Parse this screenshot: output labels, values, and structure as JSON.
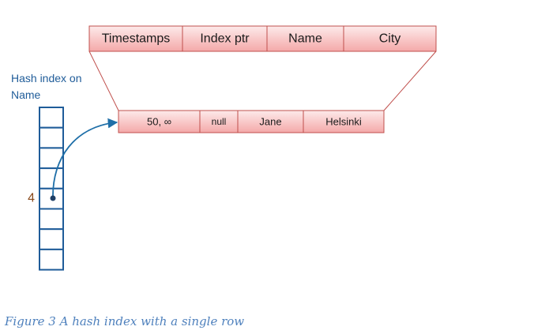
{
  "header_columns": [
    "Timestamps",
    "Index ptr",
    "Name",
    "City"
  ],
  "row_values": [
    "50, ∞",
    "null",
    "Jane",
    "Helsinki"
  ],
  "index_label_line1": "Hash index on",
  "index_label_line2": "Name",
  "bucket_number": "4",
  "bucket_count": 8,
  "pointer_bucket": 4,
  "caption": "Figure 3 A hash index with a single row",
  "colors": {
    "cell_fill_top": "#fdeaea",
    "cell_fill_bottom": "#f4a9a9",
    "cell_border": "#c0504d",
    "index_blue": "#1f5c99",
    "number_color": "#8a4a1c",
    "caption_color": "#4f81bd"
  }
}
